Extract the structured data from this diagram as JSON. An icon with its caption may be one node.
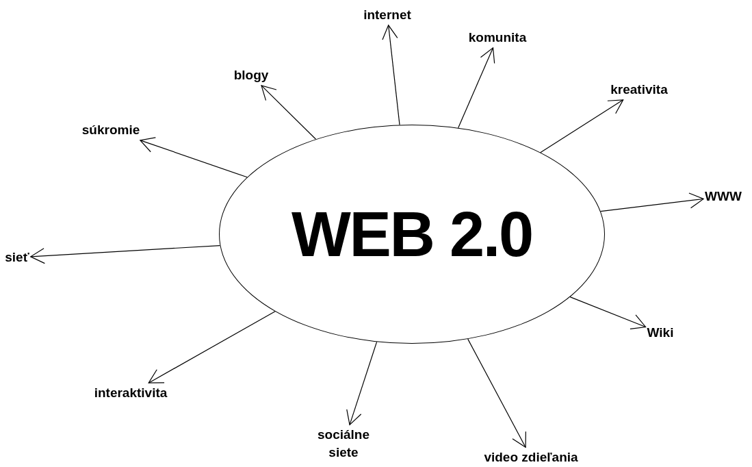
{
  "diagram": {
    "nodes": [
      {
        "text": [
          "WEB 2.0"
        ]
      },
      {
        "text": [
          "internet"
        ]
      },
      {
        "text": [
          "komunita"
        ]
      },
      {
        "text": [
          "kreativita"
        ]
      },
      {
        "text": [
          "WWW"
        ]
      },
      {
        "text": [
          "Wiki"
        ]
      },
      {
        "text": [
          "video zdieľania"
        ]
      },
      {
        "text": [
          "sociálne siete"
        ]
      },
      {
        "text": [
          "interaktivita"
        ]
      },
      {
        "text": [
          "sieť"
        ]
      },
      {
        "text": [
          "súkromie"
        ]
      },
      {
        "text": [
          "blogy"
        ]
      }
    ],
    "edges": [
      {
        "from": 0,
        "to": 1,
        "arrow": "to"
      },
      {
        "from": 0,
        "to": 2,
        "arrow": "to"
      },
      {
        "from": 0,
        "to": 3,
        "arrow": "to"
      },
      {
        "from": 0,
        "to": 4,
        "arrow": "to"
      },
      {
        "from": 0,
        "to": 5,
        "arrow": "to"
      },
      {
        "from": 0,
        "to": 6,
        "arrow": "to"
      },
      {
        "from": 0,
        "to": 7,
        "arrow": "to"
      },
      {
        "from": 0,
        "to": 8,
        "arrow": "to"
      },
      {
        "from": 0,
        "to": 9,
        "arrow": "to"
      },
      {
        "from": 0,
        "to": 10,
        "arrow": "to"
      },
      {
        "from": 0,
        "to": 11,
        "arrow": "to"
      }
    ]
  }
}
